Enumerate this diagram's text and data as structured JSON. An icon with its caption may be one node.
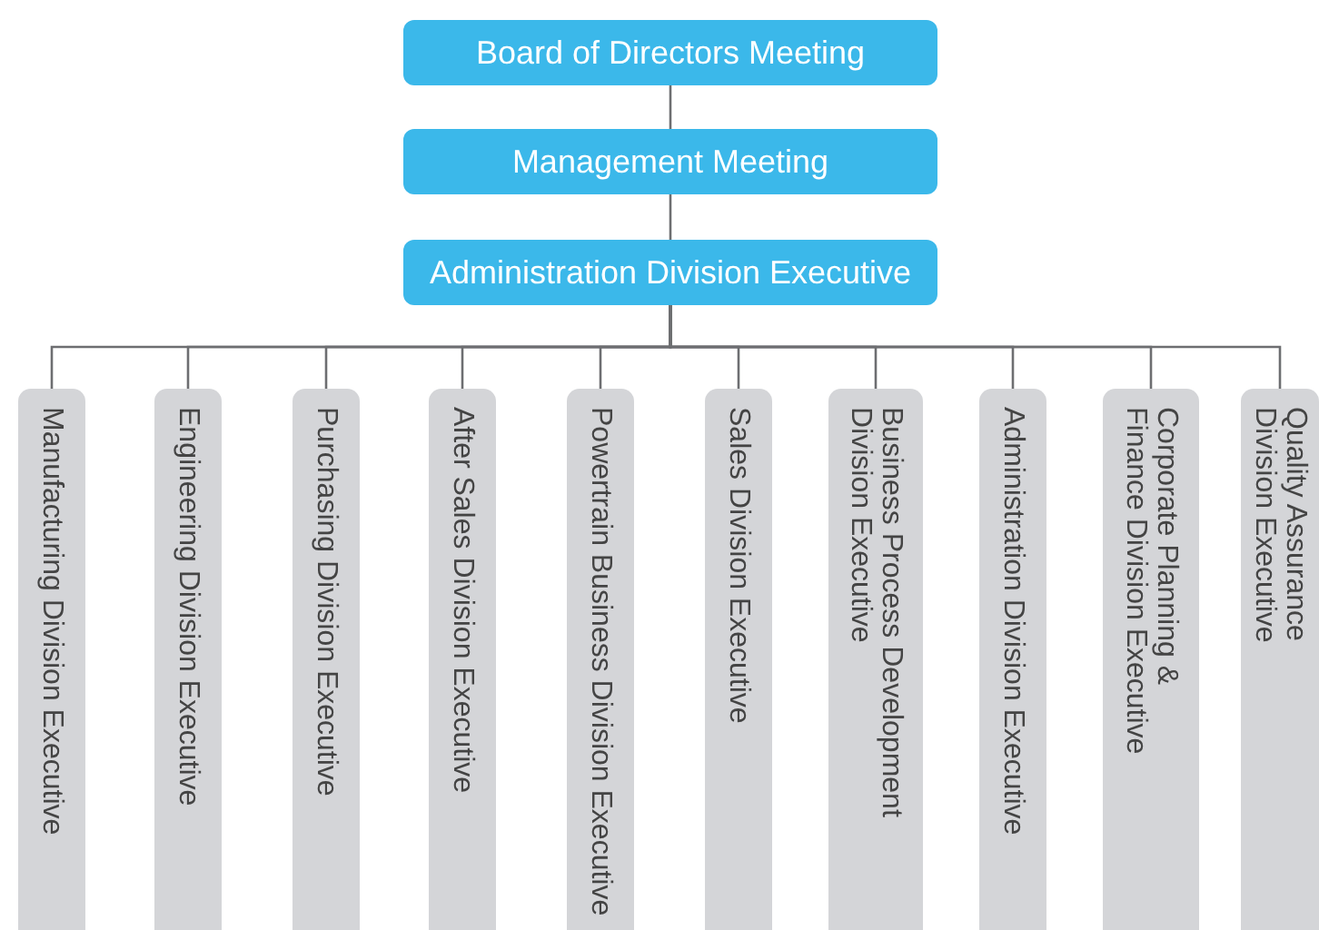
{
  "diagram": {
    "nodes": [
      {
        "text": [
          "Board of Directors Meeting"
        ]
      },
      {
        "text": [
          "Management Meeting"
        ]
      },
      {
        "text": [
          "Administration Division Executive"
        ]
      },
      {
        "text": [
          "Manufacturing Division Executive"
        ]
      },
      {
        "text": [
          "Engineering Division Executive"
        ]
      },
      {
        "text": [
          "Purchasing Division Executive"
        ]
      },
      {
        "text": [
          "After Sales Division Executive"
        ]
      },
      {
        "text": [
          "Powertrain Business Division Executive"
        ]
      },
      {
        "text": [
          "Sales Division Executive"
        ]
      },
      {
        "text": [
          "Business Process Development Division Executive"
        ]
      },
      {
        "text": [
          "Administration Division Executive"
        ]
      },
      {
        "text": [
          "Corporate Planning & Finance Division Executive"
        ]
      },
      {
        "text": [
          "Quality Assurance Division Executive"
        ]
      }
    ],
    "edges": [
      {
        "from": 0,
        "to": 1,
        "arrow": "none"
      },
      {
        "from": 1,
        "to": 2,
        "arrow": "none"
      },
      {
        "from": 2,
        "to": 3,
        "arrow": "none"
      },
      {
        "from": 2,
        "to": 4,
        "arrow": "none"
      },
      {
        "from": 2,
        "to": 5,
        "arrow": "none"
      },
      {
        "from": 2,
        "to": 6,
        "arrow": "none"
      },
      {
        "from": 2,
        "to": 7,
        "arrow": "none"
      },
      {
        "from": 2,
        "to": 8,
        "arrow": "none"
      },
      {
        "from": 2,
        "to": 9,
        "arrow": "none"
      },
      {
        "from": 2,
        "to": 10,
        "arrow": "none"
      },
      {
        "from": 2,
        "to": 11,
        "arrow": "none"
      },
      {
        "from": 2,
        "to": 12,
        "arrow": "none"
      }
    ]
  }
}
